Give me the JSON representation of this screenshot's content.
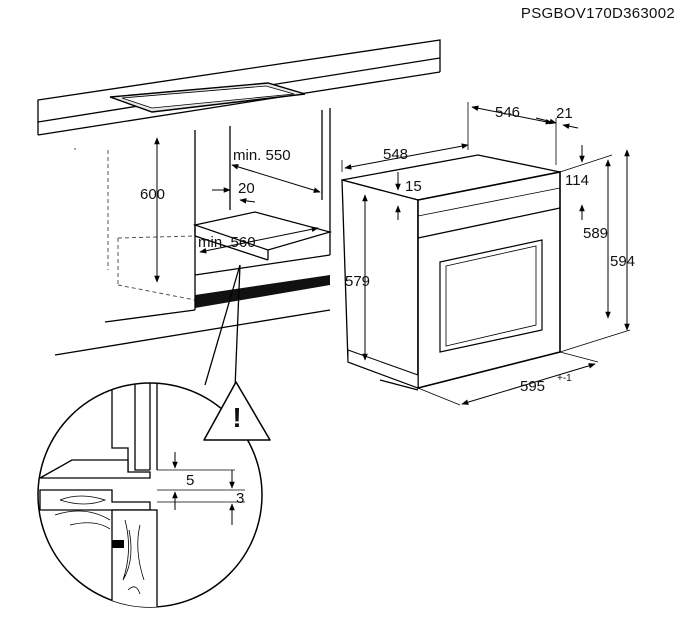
{
  "header": {
    "product_code": "PSGBOV170D363002"
  },
  "niche": {
    "height": "600",
    "min_width": "min. 550",
    "min_depth": "min. 560",
    "gap": "20"
  },
  "oven": {
    "depth_top": "546",
    "depth_body": "548",
    "front_thickness": "21",
    "top_offset": "15",
    "panel_height": "114",
    "body_height": "579",
    "inner_height": "589",
    "total_height": "594",
    "width": "595",
    "tolerance": "+-1"
  },
  "detail": {
    "gap_top": "5",
    "gap_bottom": "3",
    "warning_symbol": "!"
  }
}
